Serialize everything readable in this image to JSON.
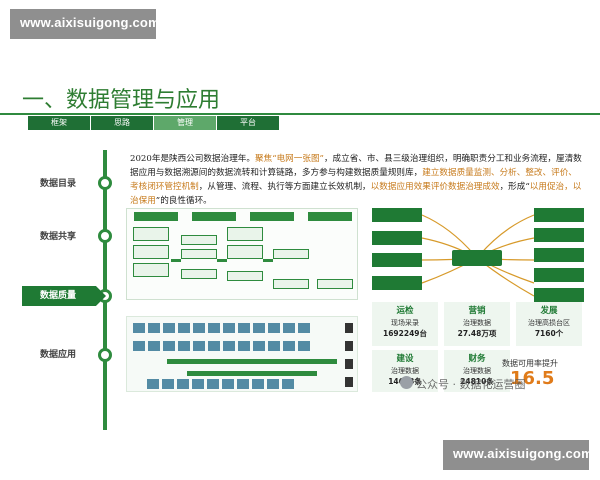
{
  "watermark": {
    "site": "www.aixisuigong.com"
  },
  "slide": {
    "title": "一、数据管理与应用"
  },
  "tabs": [
    {
      "label": "框架"
    },
    {
      "label": "思路"
    },
    {
      "label": "管理",
      "active": true
    },
    {
      "label": "平台"
    }
  ],
  "nav": [
    {
      "label": "数据目录"
    },
    {
      "label": "数据共享"
    },
    {
      "label": "数据质量",
      "active": true
    },
    {
      "label": "数据应用"
    }
  ],
  "paragraph": {
    "part1": "2020年是陕西公司数据治理年。",
    "hl1": "聚焦“电网一张图”",
    "part2": "，成立省、市、县三级治理组织，明确职责分工和业务流程，厘清数据应用与数据溯源间的数据流转和计算链路，多方参与构建数据质量规则库，",
    "hl2": "建立数据质量监测、分析、整改、评价、考核闭环管控机制",
    "part3": "，从管理、流程、执行等方面建立长效机制，",
    "hl3": "以数据应用效果评价数据治理成效",
    "part4": "，形成“",
    "hl4": "以用促治，以治保用",
    "part5": "”的良性循环。"
  },
  "stats": [
    {
      "heading": "运检",
      "label": "现场采录",
      "value": "1692249台"
    },
    {
      "heading": "营销",
      "label": "治理数据",
      "value": "27.48万项"
    },
    {
      "heading": "发展",
      "label": "治理高损台区",
      "value": "7160个"
    },
    {
      "heading": "建设",
      "label": "治理数据",
      "value": "14603条"
    },
    {
      "heading": "财务",
      "label": "治理数据",
      "value": "24810条"
    }
  ],
  "availability": {
    "label": "数据可用率提升",
    "value": "16.5"
  },
  "credit": {
    "text": "公众号 · 数据化运营圈"
  },
  "colors": {
    "primary": "#1f7a34",
    "accent": "#e07b1a",
    "highlight": "#c77b1d"
  }
}
